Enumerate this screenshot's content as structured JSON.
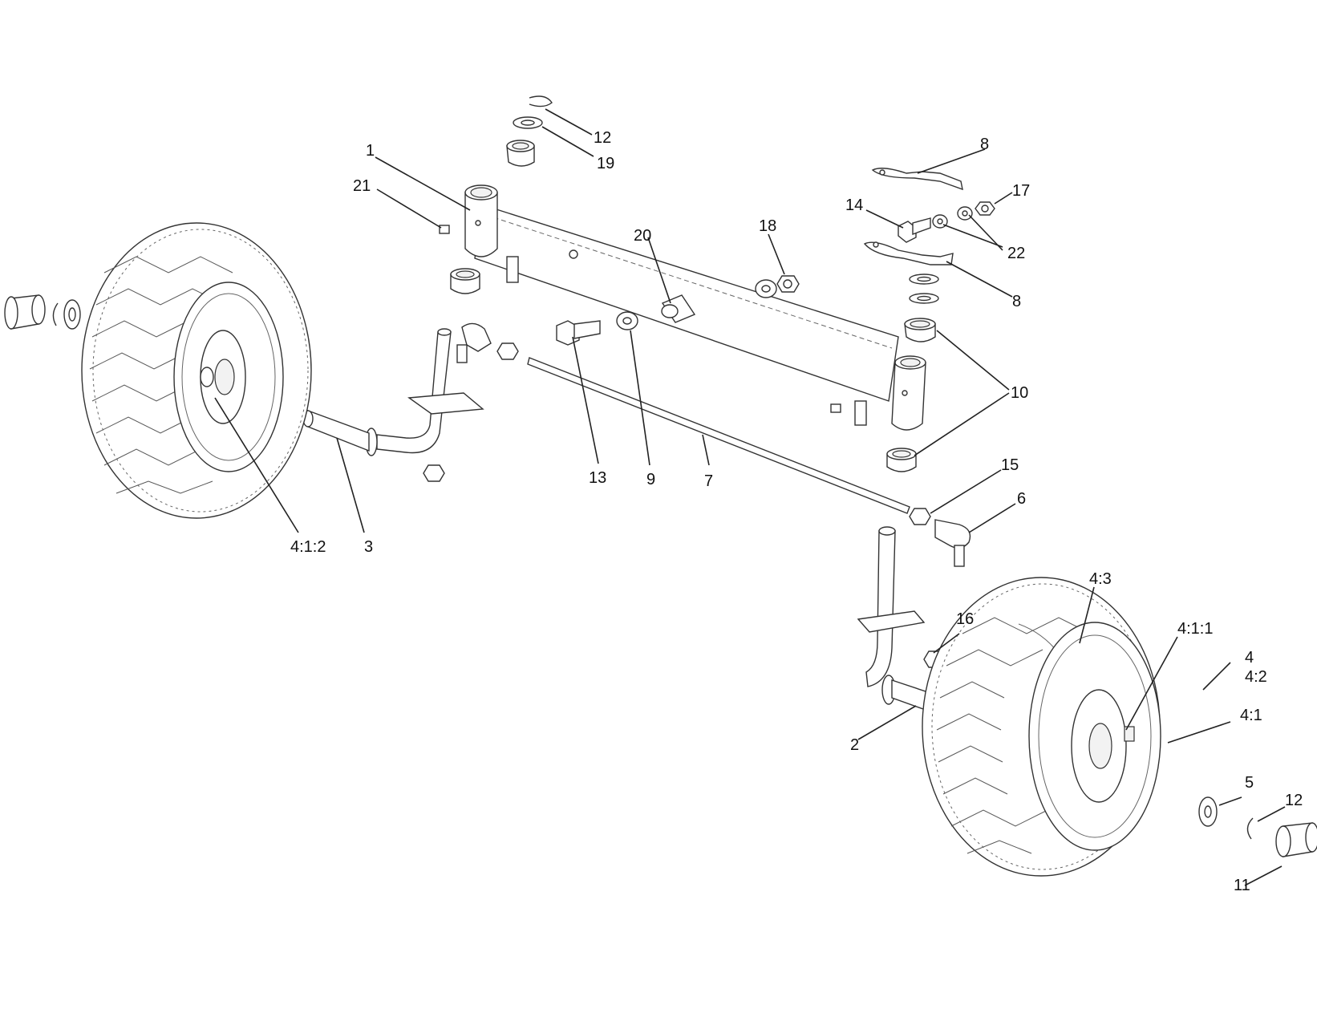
{
  "callouts": [
    {
      "id": "c1",
      "text": "1"
    },
    {
      "id": "c2",
      "text": "2"
    },
    {
      "id": "c3",
      "text": "3"
    },
    {
      "id": "c4",
      "text": "4"
    },
    {
      "id": "c4_1",
      "text": "4:1"
    },
    {
      "id": "c4_1_1",
      "text": "4:1:1"
    },
    {
      "id": "c4_1_2",
      "text": "4:1:2"
    },
    {
      "id": "c4_2",
      "text": "4:2"
    },
    {
      "id": "c4_3",
      "text": "4:3"
    },
    {
      "id": "c5",
      "text": "5"
    },
    {
      "id": "c6",
      "text": "6"
    },
    {
      "id": "c7",
      "text": "7"
    },
    {
      "id": "c8a",
      "text": "8"
    },
    {
      "id": "c8b",
      "text": "8"
    },
    {
      "id": "c9",
      "text": "9"
    },
    {
      "id": "c10",
      "text": "10"
    },
    {
      "id": "c11",
      "text": "11"
    },
    {
      "id": "c12a",
      "text": "12"
    },
    {
      "id": "c12b",
      "text": "12"
    },
    {
      "id": "c13",
      "text": "13"
    },
    {
      "id": "c14",
      "text": "14"
    },
    {
      "id": "c15",
      "text": "15"
    },
    {
      "id": "c16",
      "text": "16"
    },
    {
      "id": "c17",
      "text": "17"
    },
    {
      "id": "c18",
      "text": "18"
    },
    {
      "id": "c19",
      "text": "19"
    },
    {
      "id": "c20",
      "text": "20"
    },
    {
      "id": "c21",
      "text": "21"
    },
    {
      "id": "c22",
      "text": "22"
    }
  ]
}
